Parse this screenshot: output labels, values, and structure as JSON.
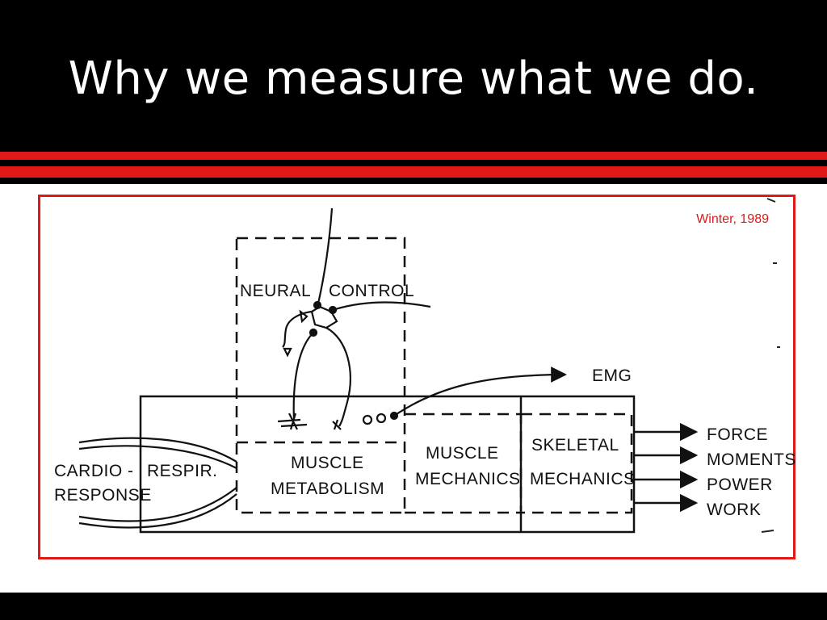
{
  "slide": {
    "title": "Why we measure what we do.",
    "citation": "Winter, 1989"
  },
  "diagram": {
    "neural_control": [
      "NEURAL",
      "CONTROL"
    ],
    "emg": "EMG",
    "cardio_respiratory": [
      "CARDIO -",
      "RESPIR.",
      "RESPONSE"
    ],
    "muscle_metabolism": [
      "MUSCLE",
      "METABOLISM"
    ],
    "muscle_mechanics": [
      "MUSCLE",
      "MECHANICS"
    ],
    "skeletal_mechanics": [
      "SKELETAL",
      "MECHANICS"
    ],
    "outputs": [
      "FORCE",
      "MOMENTS",
      "POWER",
      "WORK"
    ]
  },
  "colors": {
    "background": "#000000",
    "title_text": "#ffffff",
    "accent_red": "#e01818",
    "frame_border": "#e01818"
  }
}
